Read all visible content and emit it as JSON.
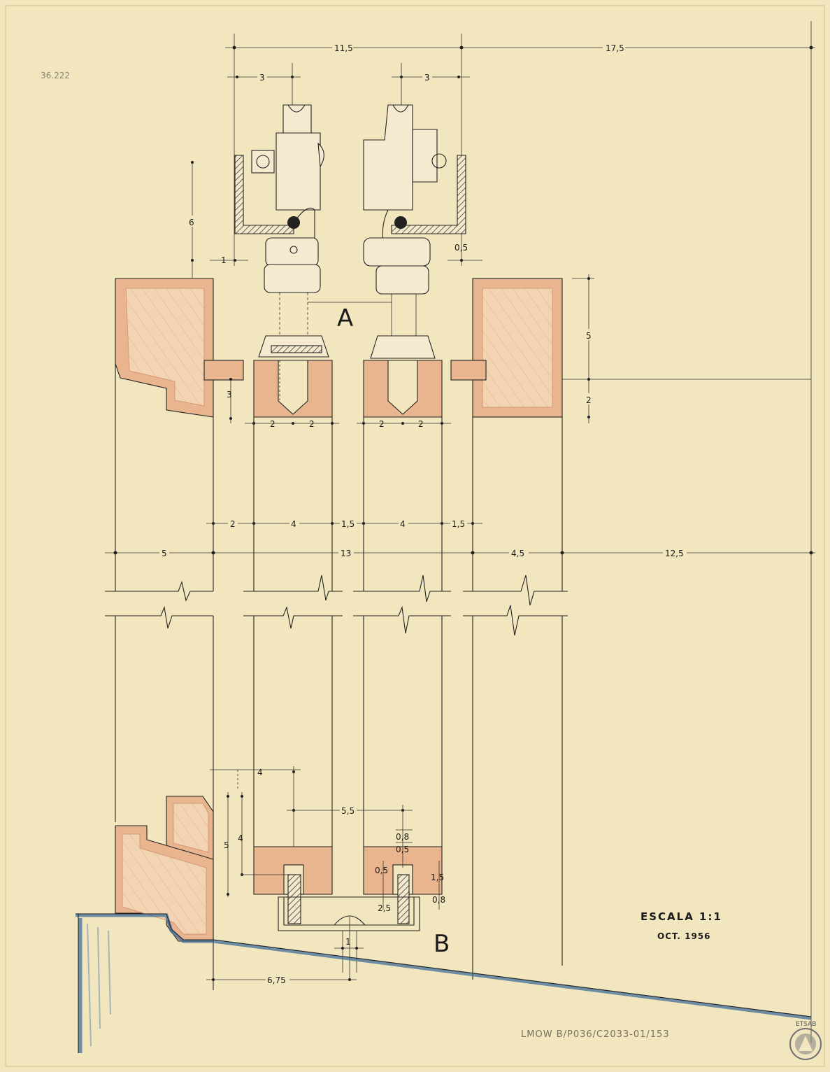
{
  "drawing": {
    "archive_number": "36.222",
    "detail_a_label": "A",
    "detail_b_label": "B",
    "scale_label": "ESCALA 1:1",
    "date_label": "OCT. 1956",
    "archive_reference": "LMOW B/P036/C2033-01/153",
    "watermark": "ETSAB"
  },
  "dimensions": {
    "top_left_span": "11,5",
    "top_right_span": "17,5",
    "left_hanger_width": "3",
    "right_hanger_width": "3",
    "hanger_height": "6",
    "left_gap": "1",
    "right_gap": "0,5",
    "left_lintel_height": "4",
    "right_lintel_height": "5",
    "right_lintel_lower": "2",
    "guide_depth": "3",
    "left_leaf_half_a": "2",
    "left_leaf_half_b": "2",
    "right_leaf_half_a": "2",
    "right_leaf_half_b": "2",
    "row_gap_left": "2",
    "row_leaf_left": "4",
    "row_gap_mid": "1,5",
    "row_leaf_right": "4",
    "row_gap_right": "1,5",
    "total_left": "5",
    "total_mid": "13",
    "total_right_a": "4,5",
    "total_right_b": "12,5",
    "bottom_guide_width": "4",
    "bottom_channel": "5,5",
    "bottom_left_outer": "5",
    "bottom_left_inner": "4",
    "pin_top": "0,8",
    "pin_mid": "0,5",
    "pin_side": "0,5",
    "pin_height": "1,5",
    "pin_base": "0,8",
    "pin_rise": "2,5",
    "floor_axis": "1",
    "floor_width": "6,75"
  }
}
